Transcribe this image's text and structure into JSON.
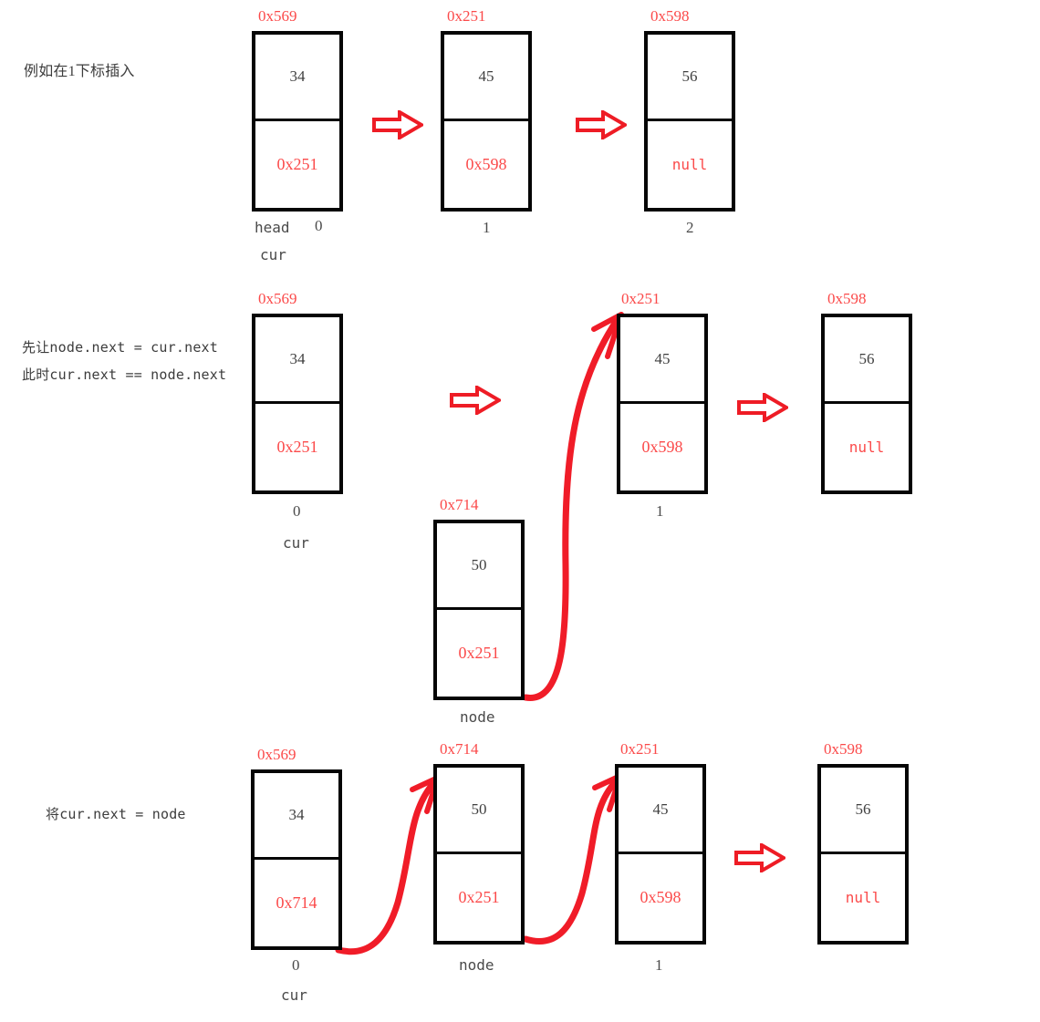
{
  "meta": {
    "title": "链表指定下标插入节点过程图解",
    "colors": {
      "pointer_red": "#fb4a4a",
      "arrow_red": "#ee1c25",
      "curve_red": "#f01c28",
      "box_black": "#050505",
      "text_gray": "#3c3c3c"
    }
  },
  "steps": [
    {
      "note": "例如在1下标插入",
      "note_lines": [
        "例如在1下标插入"
      ],
      "nodes": [
        {
          "addr": "0x569",
          "value": "34",
          "next": "0x251",
          "captions": [
            "head",
            "0",
            "cur"
          ]
        },
        {
          "addr": "0x251",
          "value": "45",
          "next": "0x598",
          "captions": [
            "1"
          ]
        },
        {
          "addr": "0x598",
          "value": "56",
          "next": "null",
          "captions": [
            "2"
          ]
        }
      ],
      "arrows": [
        "block-arrow",
        "block-arrow"
      ]
    },
    {
      "note_lines": [
        "先让node.next = cur.next",
        "此时cur.next == node.next"
      ],
      "nodes": [
        {
          "addr": "0x569",
          "value": "34",
          "next": "0x251",
          "captions": [
            "0",
            "cur"
          ]
        },
        {
          "addr": "0x714",
          "value": "50",
          "next": "0x251",
          "captions": [
            "node"
          ]
        },
        {
          "addr": "0x251",
          "value": "45",
          "next": "0x598",
          "captions": [
            "1"
          ]
        },
        {
          "addr": "0x598",
          "value": "56",
          "next": "null",
          "captions": []
        }
      ],
      "arrows": [
        "block-arrow",
        "curved-link-arrow",
        "block-arrow"
      ]
    },
    {
      "note_lines": [
        "将cur.next = node"
      ],
      "nodes": [
        {
          "addr": "0x569",
          "value": "34",
          "next": "0x714",
          "captions": [
            "0",
            "cur"
          ]
        },
        {
          "addr": "0x714",
          "value": "50",
          "next": "0x251",
          "captions": [
            "node"
          ]
        },
        {
          "addr": "0x251",
          "value": "45",
          "next": "0x598",
          "captions": [
            "1"
          ]
        },
        {
          "addr": "0x598",
          "value": "56",
          "next": "null",
          "captions": []
        }
      ],
      "arrows": [
        "curved-link-arrow",
        "curved-link-arrow",
        "block-arrow"
      ]
    }
  ],
  "labels": {
    "r1_note": "例如在1下标插入",
    "r1_n1_addr": "0x569",
    "r1_n1_val": "34",
    "r1_n1_next": "0x251",
    "r1_n1_head": "head",
    "r1_n1_idx": "0",
    "r1_n1_cur": "cur",
    "r1_n2_addr": "0x251",
    "r1_n2_val": "45",
    "r1_n2_next": "0x598",
    "r1_n2_idx": "1",
    "r1_n3_addr": "0x598",
    "r1_n3_val": "56",
    "r1_n3_next": "null",
    "r1_n3_idx": "2",
    "r2_note1": "先让node.next = cur.next",
    "r2_note2": "此时cur.next == node.next",
    "r2_n1_addr": "0x569",
    "r2_n1_val": "34",
    "r2_n1_next": "0x251",
    "r2_n1_idx": "0",
    "r2_n1_cur": "cur",
    "r2_nd_addr": "0x714",
    "r2_nd_val": "50",
    "r2_nd_next": "0x251",
    "r2_nd_cap": "node",
    "r2_n2_addr": "0x251",
    "r2_n2_val": "45",
    "r2_n2_next": "0x598",
    "r2_n2_idx": "1",
    "r2_n3_addr": "0x598",
    "r2_n3_val": "56",
    "r2_n3_next": "null",
    "r3_note": "将cur.next = node",
    "r3_n1_addr": "0x569",
    "r3_n1_val": "34",
    "r3_n1_next": "0x714",
    "r3_n1_idx": "0",
    "r3_n1_cur": "cur",
    "r3_nd_addr": "0x714",
    "r3_nd_val": "50",
    "r3_nd_next": "0x251",
    "r3_nd_cap": "node",
    "r3_n2_addr": "0x251",
    "r3_n2_val": "45",
    "r3_n2_next": "0x598",
    "r3_n2_idx": "1",
    "r3_n3_addr": "0x598",
    "r3_n3_val": "56",
    "r3_n3_next": "null"
  }
}
